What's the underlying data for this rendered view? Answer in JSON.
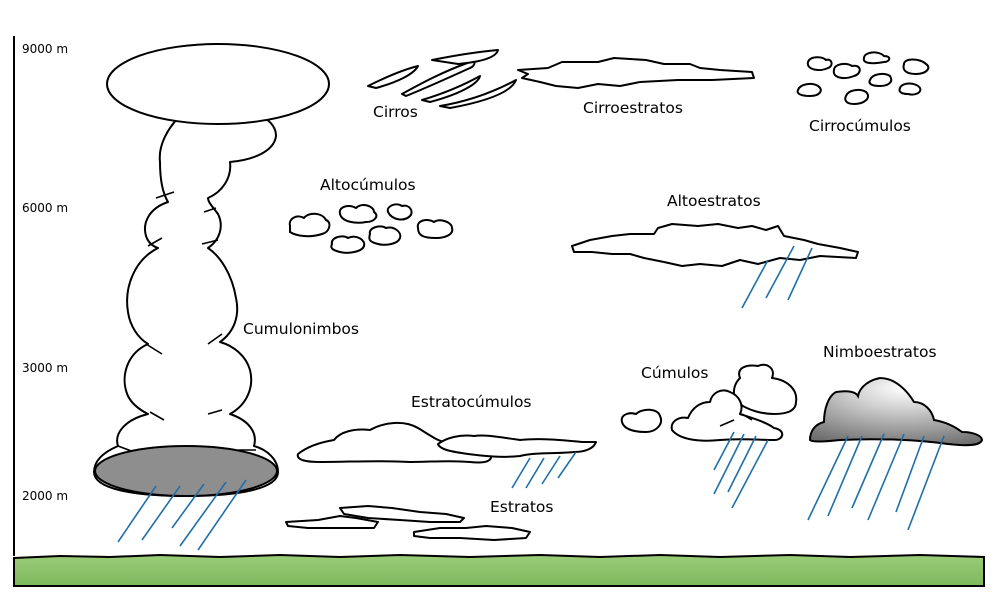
{
  "altitudes": {
    "a9000": "9000 m",
    "a6000": "6000 m",
    "a3000": "3000 m",
    "a2000": "2000 m"
  },
  "clouds": {
    "cirros": "Cirros",
    "cirroestratos": "Cirroestratos",
    "cirrocumulos": "Cirrocúmulos",
    "altocumulos": "Altocúmulos",
    "altoestratos": "Altoestratos",
    "cumulonimbos": "Cumulonimbos",
    "nimboestratos": "Nimboestratos",
    "cumulos": "Cúmulos",
    "estratocumulos": "Estratocúmulos",
    "estratos": "Estratos"
  },
  "colors": {
    "ground": "#8cc46a",
    "rain": "#1f6fa8",
    "outline": "#000000"
  }
}
